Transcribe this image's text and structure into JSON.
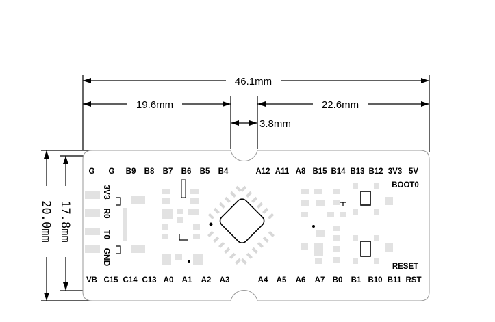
{
  "dimensions": {
    "total_width": "46.1mm",
    "left_section": "19.6mm",
    "gap": "3.8mm",
    "right_section": "22.6mm",
    "inner_height": "17.8mm",
    "total_height": "20.0mm"
  },
  "pins_top": [
    "G",
    "G",
    "B9",
    "B8",
    "B7",
    "B6",
    "B5",
    "B4",
    "A12",
    "A11",
    "A8",
    "B15",
    "B14",
    "B13",
    "B12",
    "3V3",
    "5V"
  ],
  "pins_bottom": [
    "VB",
    "C15",
    "C14",
    "C13",
    "A0",
    "A1",
    "A2",
    "A3",
    "A4",
    "A5",
    "A6",
    "A7",
    "B0",
    "B1",
    "B10",
    "B11",
    "RST"
  ],
  "pins_side": [
    "3V3",
    "R0",
    "T0",
    "GND"
  ],
  "labels": {
    "boot": "BOOT0",
    "reset": "RESET"
  }
}
